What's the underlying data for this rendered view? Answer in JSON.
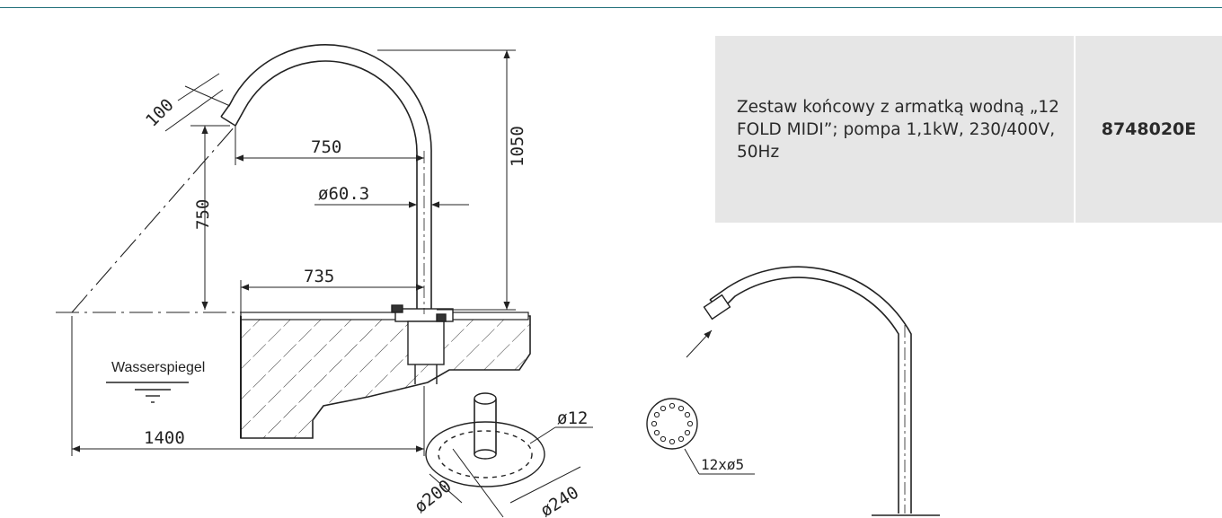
{
  "product": {
    "description": "Zestaw końcowy z armatką wodną „12 FOLD MIDI”; pompa 1,1kW, 230/400V, 50Hz",
    "code": "8748020E"
  },
  "drawing": {
    "label_water_level": "Wasserspiegel",
    "dim_100": "100",
    "dim_750_h": "750",
    "dim_750_v": "750",
    "dim_diameter_pipe": "ø60.3",
    "dim_1050": "1050",
    "dim_735": "735",
    "dim_1400": "1400",
    "dim_diameter_12": "ø12",
    "dim_diameter_200": "ø200",
    "dim_diameter_240": "ø240",
    "dim_holes": "12xø5"
  },
  "colors": {
    "accent_line": "#1f6f78",
    "info_bg": "#e6e6e6"
  }
}
